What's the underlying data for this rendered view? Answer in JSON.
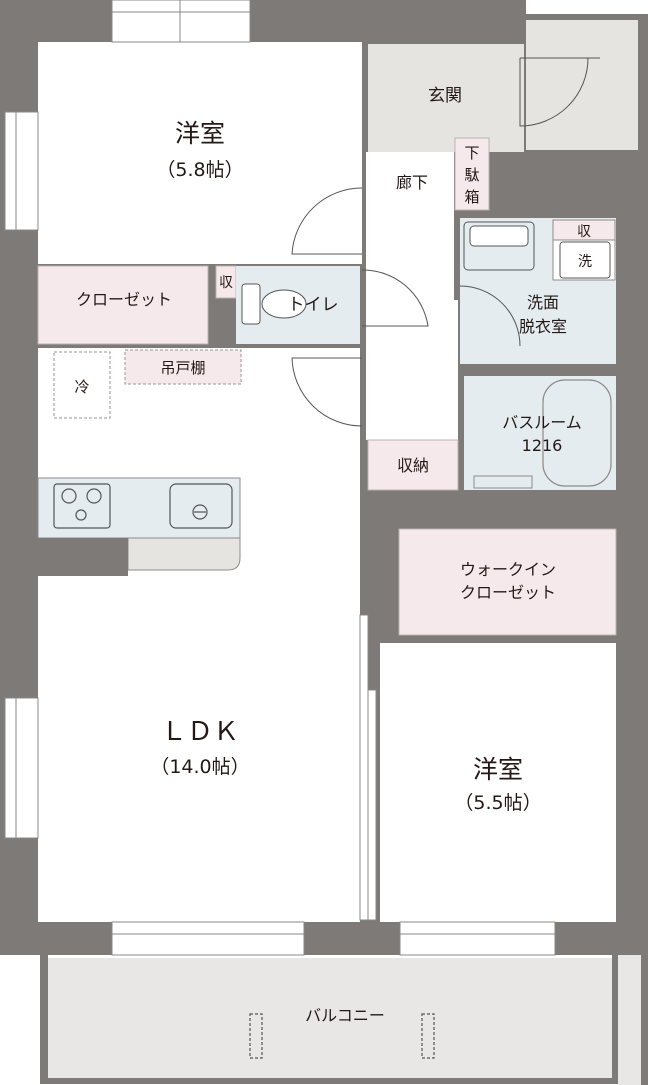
{
  "rooms": {
    "western1": {
      "name": "洋室",
      "size": "（5.8帖）"
    },
    "closet1": {
      "name": "クローゼット"
    },
    "shuno_small": {
      "name": "収"
    },
    "toilet": {
      "name": "トイレ"
    },
    "hall": {
      "name": "廊下"
    },
    "genkan": {
      "name": "玄関"
    },
    "getabako": {
      "name": "下\n駄\n箱"
    },
    "getabako_line1": "下",
    "getabako_line2": "駄",
    "getabako_line3": "箱",
    "wash_shu": "収",
    "wash_machine": "洗",
    "senmen": {
      "line1": "洗面",
      "line2": "脱衣室"
    },
    "bath": {
      "line1": "バスルーム",
      "line2": "1216"
    },
    "shuno": {
      "name": "収納"
    },
    "tsuritodana": {
      "name": "吊戸棚"
    },
    "fridge": {
      "name": "冷"
    },
    "ldk": {
      "name": "ＬＤＫ",
      "size": "（14.0帖）"
    },
    "wic": {
      "line1": "ウォークイン",
      "line2": "クローゼット"
    },
    "western2": {
      "name": "洋室",
      "size": "（5.5帖）"
    },
    "balcony": {
      "name": "バルコニー"
    }
  },
  "colors": {
    "wall": "#7d7a78",
    "room_white": "#ffffff",
    "closet_pink": "#f6e9eb",
    "wet_blue": "#e4ecf0",
    "entrance_gray": "#e6e4e1",
    "balcony_gray": "#e9e7e5",
    "text": "#231815"
  }
}
